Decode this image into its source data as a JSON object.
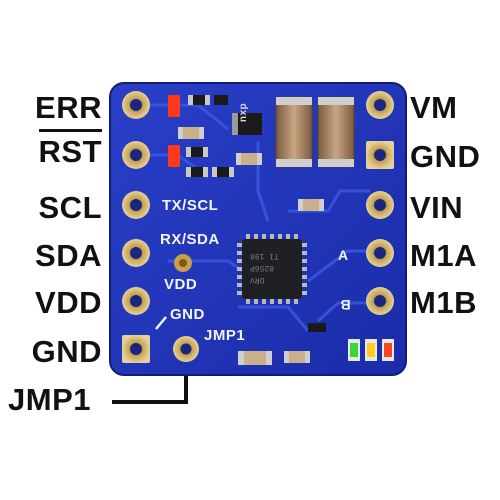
{
  "left_pins": [
    "ERR",
    "RST",
    "SCL",
    "SDA",
    "VDD",
    "GND",
    "JMP1"
  ],
  "right_pins": [
    "VM",
    "GND",
    "VIN",
    "M1A",
    "M1B"
  ],
  "silkscreen": {
    "tx_scl": "TX/SCL",
    "rx_sda": "RX/SDA",
    "vdd": "VDD",
    "gnd": "GND",
    "jmp1": "JMP1",
    "a": "A",
    "b": "B",
    "diode_mark": "nxp"
  },
  "ic": {
    "line1": "DRV",
    "line2": "8256P",
    "line3": "TI 198"
  },
  "colors": {
    "board": "#2236c0",
    "text": "#111111",
    "silkscreen": "#f4f4f4",
    "led_red": "#ff3a1a",
    "led_green": "#3bd63b",
    "led_yellow": "#ffcc22"
  }
}
